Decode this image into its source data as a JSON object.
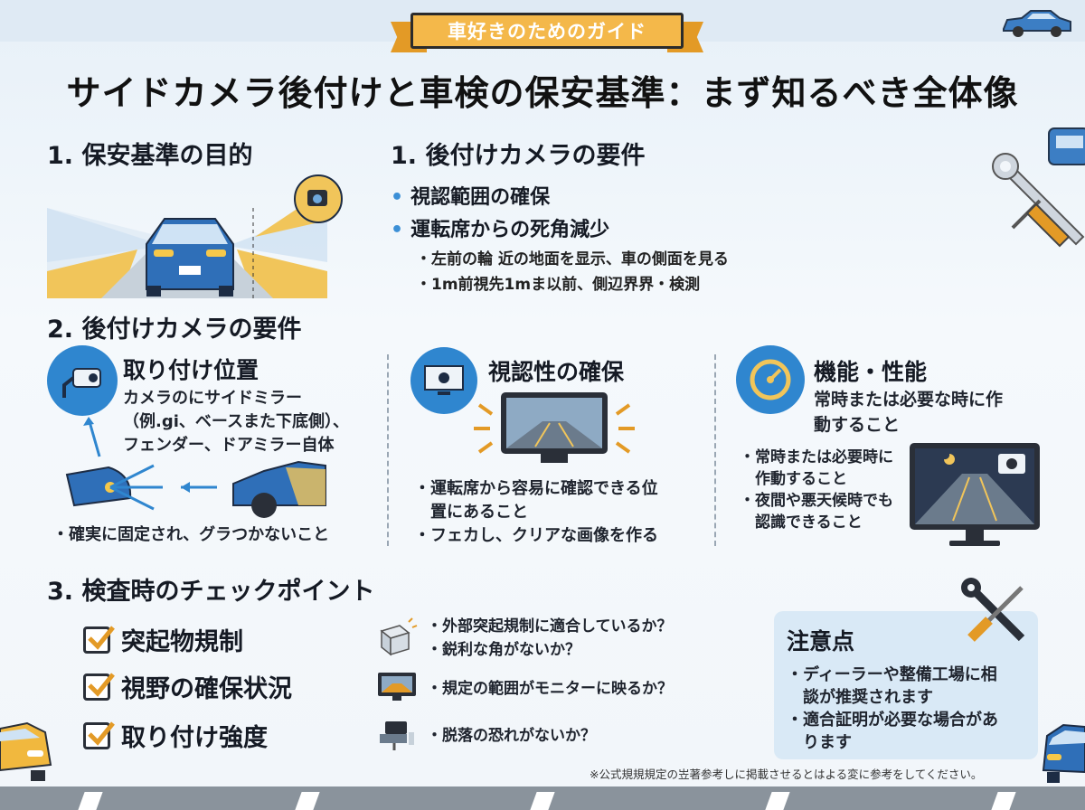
{
  "ribbon": {
    "label": "車好きのためのガイド"
  },
  "title": "サイドカメラ後付けと車検の保安基準：まず知るべき全体像",
  "section1": {
    "heading": "1. 保安基準の目的"
  },
  "section1b": {
    "heading": "1. 後付けカメラの要件",
    "bullets": [
      "視認範囲の確保",
      "運転席からの死角減少"
    ],
    "sub_bullets": [
      "・左前の輪 近の地面を显示、車の側面を見る",
      "・1m前視先1mま以前、側辺界界・検測"
    ]
  },
  "section2": {
    "heading": "2. 後付けカメラの要件",
    "mount": {
      "title": "取り付け位置",
      "lines": [
        "カメラのにサイドミラー",
        "（例.gi、ベースまた下底側）、",
        "フェンダー、ドアミラー自体"
      ],
      "note": "・確実に固定され、グラつかないこと"
    },
    "visibility": {
      "title": "視認性の確保",
      "notes": [
        "・運転席から容易に確認できる位",
        "　置にあること",
        "・フェカし、クリアな画像を作る"
      ]
    },
    "function": {
      "title": "機能・性能",
      "lines": [
        "常時または必要な時に作",
        "動すること"
      ],
      "notes": [
        "・常時または必要時に",
        "　作動すること",
        "・夜間や悪天候時でも",
        "　認識できること"
      ]
    }
  },
  "section3": {
    "heading": "3. 検査時のチェックポイント",
    "checks": [
      "突起物規制",
      "視野の確保状況",
      "取り付け強度"
    ],
    "points": [
      [
        "・外部突起規制に適合しているか？",
        "・鋭利な角がないか？"
      ],
      [
        "・規定の範囲がモニターに映るか？"
      ],
      [
        "・脱落の恐れがないか？"
      ]
    ]
  },
  "note": {
    "title": "注意点",
    "lines": [
      "・ディーラーや整備工場に相",
      "　談が推奨されます",
      "・適合証明が必要な場合があ",
      "　ります"
    ]
  },
  "footnote": "※公式規規規定の岦著参考しに掲載させるとはよる変に参考をしてください。",
  "colors": {
    "accent": "#2f86cf",
    "ribbon": "#f4b84a",
    "car": "#2f6fb8",
    "beam": "#f1c55a"
  }
}
